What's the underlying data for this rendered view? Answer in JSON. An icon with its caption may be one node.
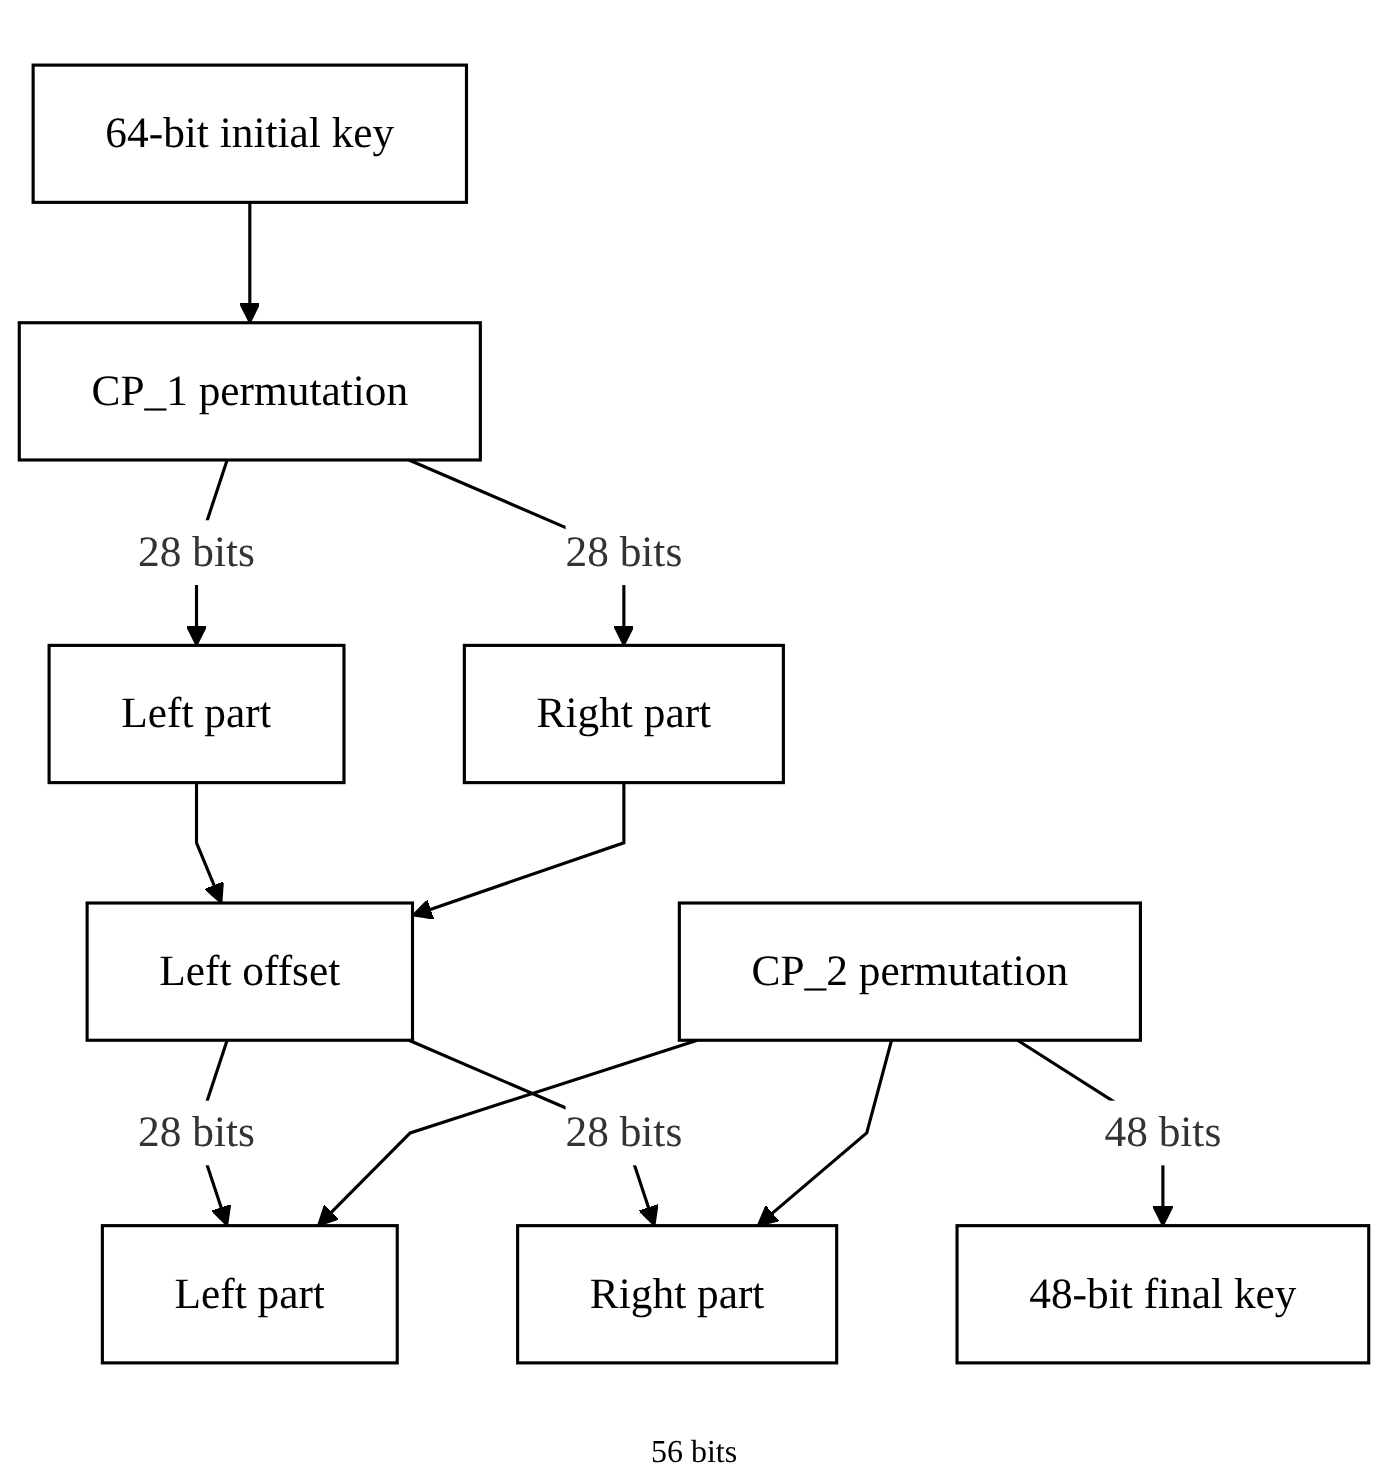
{
  "diagram": {
    "nodes": [
      {
        "text": [
          "64-bit initial key"
        ]
      },
      {
        "text": [
          "CP_1 permutation"
        ]
      },
      {
        "text": [
          "Left part"
        ]
      },
      {
        "text": [
          "Right part"
        ]
      },
      {
        "text": [
          "Left offset"
        ]
      },
      {
        "text": [
          "Left part"
        ]
      },
      {
        "text": [
          "Right part"
        ]
      },
      {
        "text": [
          "CP_2 permutation"
        ]
      },
      {
        "text": [
          "48-bit final key"
        ]
      }
    ],
    "edges": [
      {
        "from": 0,
        "to": 1,
        "arrow": "to"
      },
      {
        "from": 1,
        "to": 2,
        "arrow": "to",
        "label": "28 bits"
      },
      {
        "from": 1,
        "to": 3,
        "arrow": "to",
        "label": "28 bits"
      },
      {
        "from": 2,
        "to": 4,
        "arrow": "to"
      },
      {
        "from": 3,
        "to": 4,
        "arrow": "to"
      },
      {
        "from": 4,
        "to": 5,
        "arrow": "to",
        "label": "28 bits"
      },
      {
        "from": 4,
        "to": 6,
        "arrow": "to",
        "label": "28 bits"
      },
      {
        "from": 7,
        "to": 5,
        "arrow": "to"
      },
      {
        "from": 7,
        "to": 6,
        "arrow": "to"
      },
      {
        "from": 7,
        "to": 8,
        "arrow": "to",
        "label": "48 bits"
      }
    ],
    "labels": [
      "56 bits"
    ]
  }
}
